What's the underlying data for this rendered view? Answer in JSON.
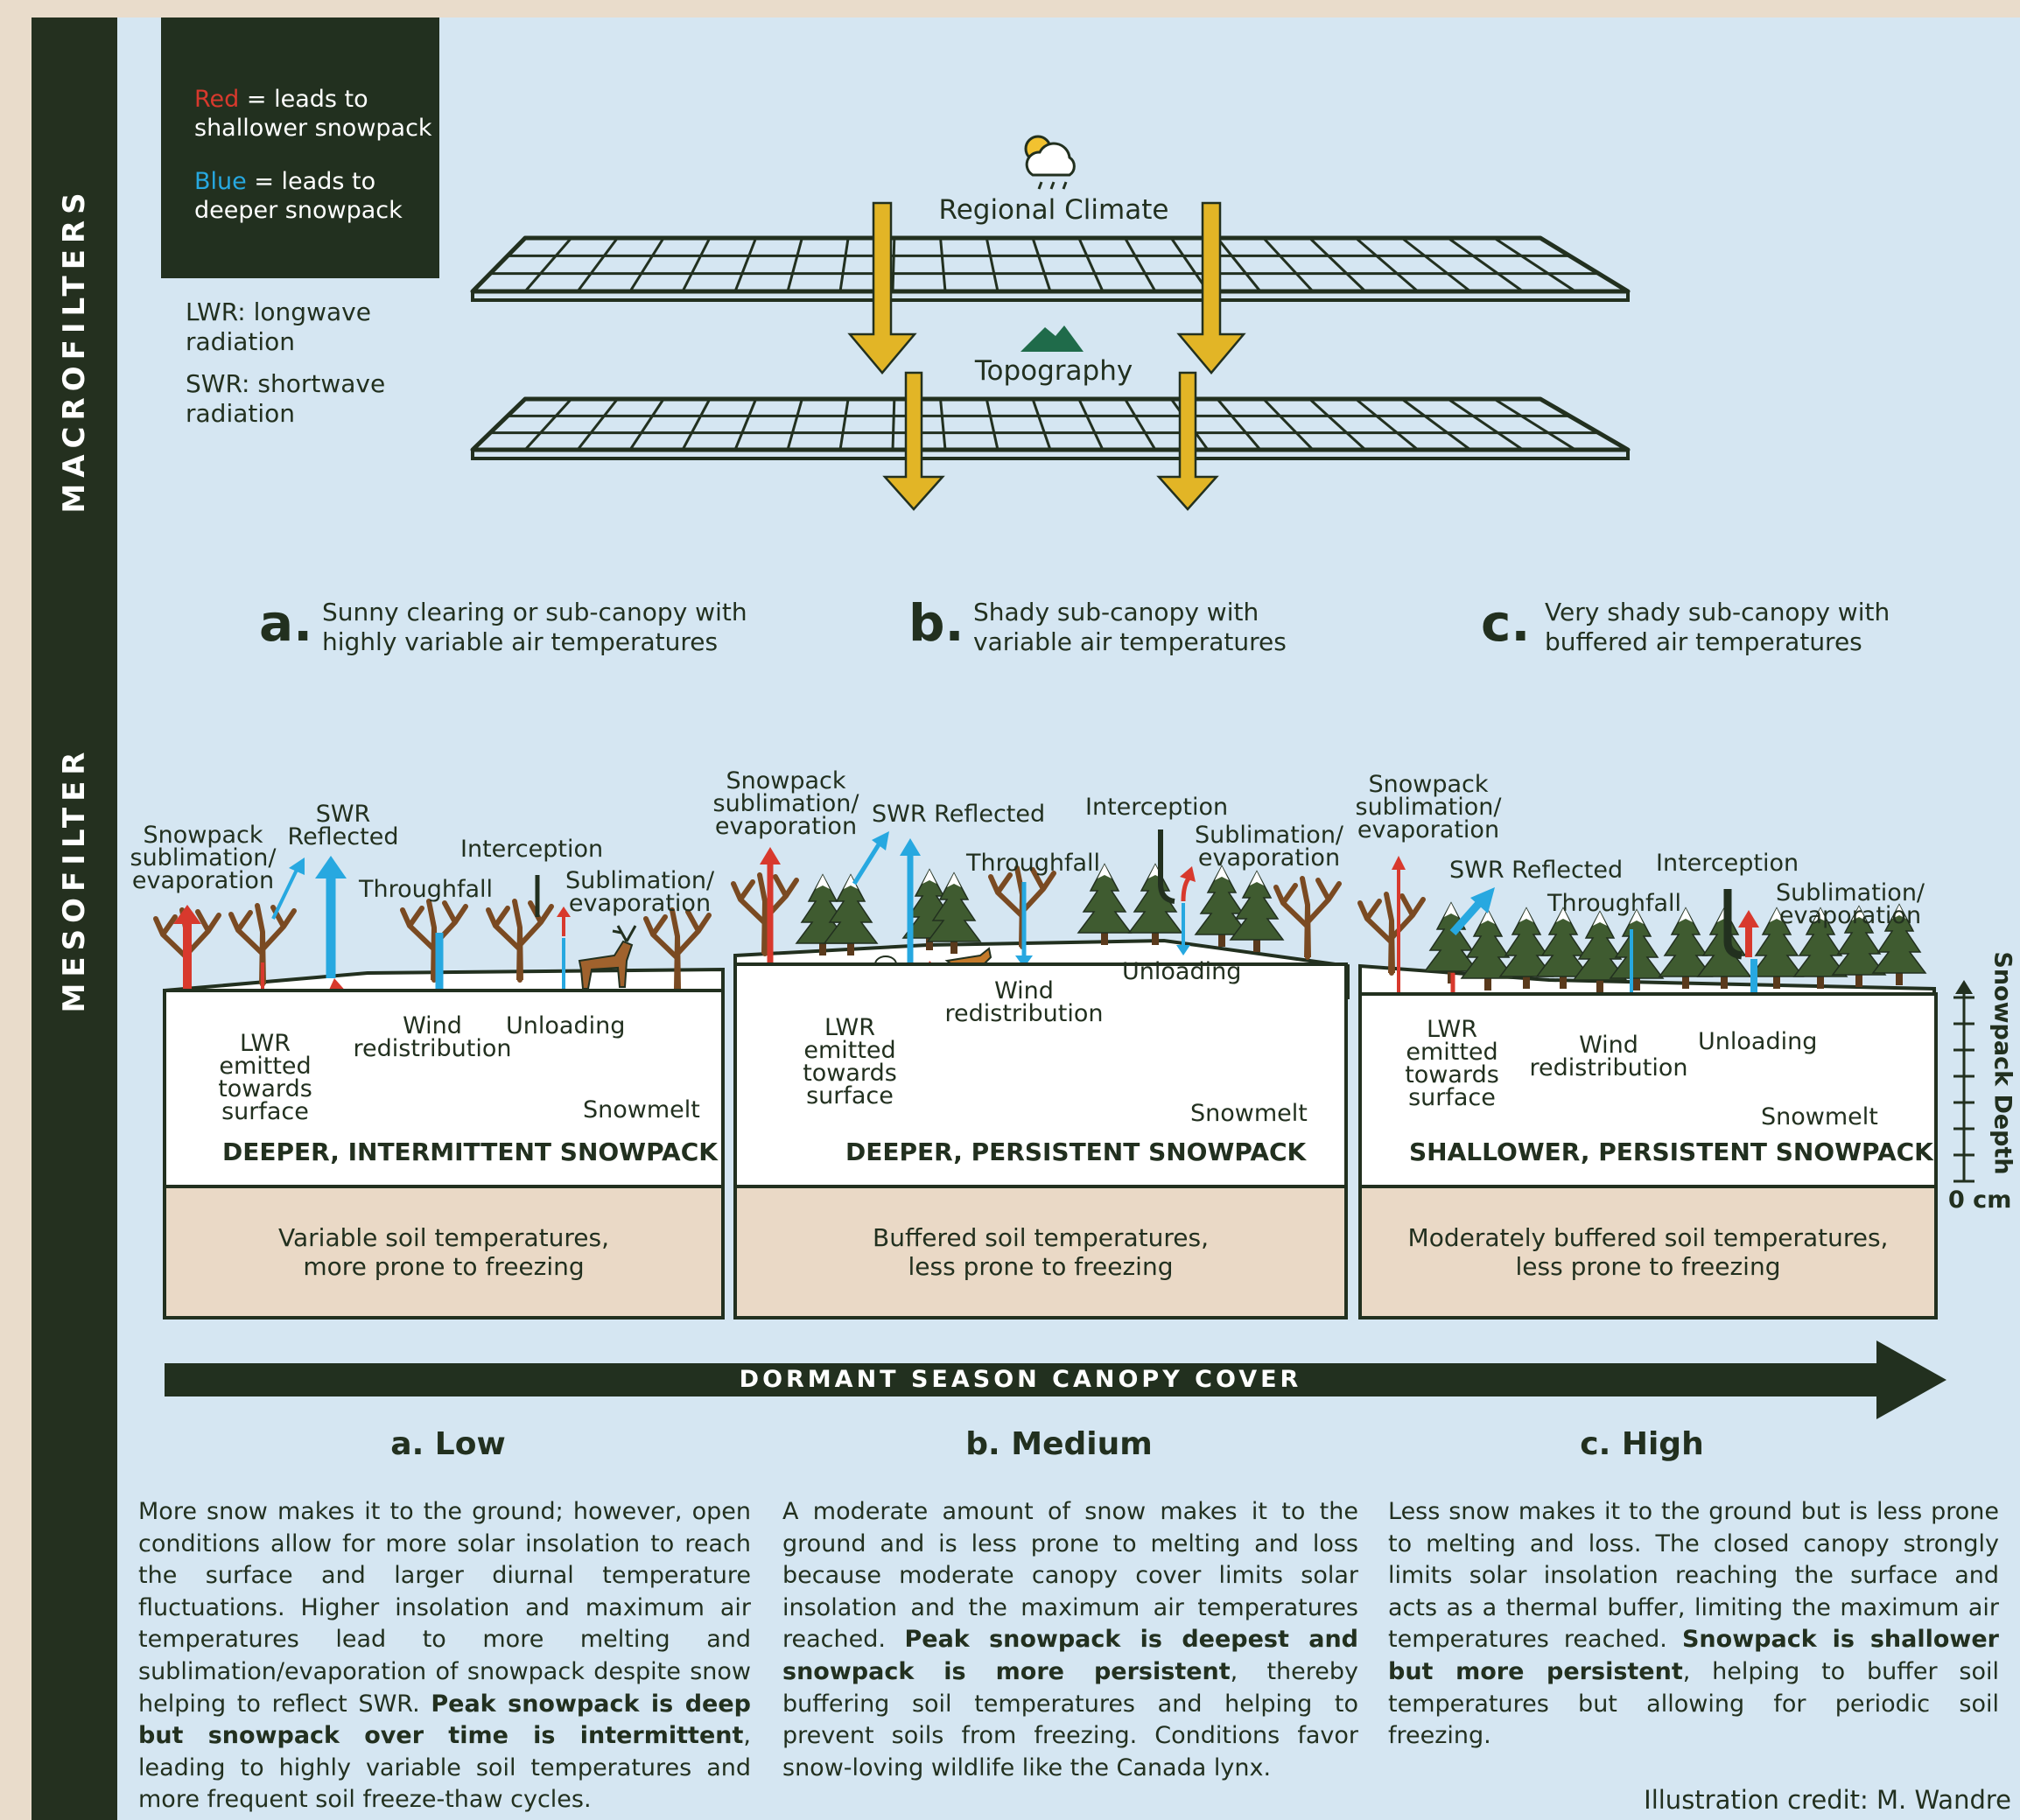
{
  "sidebar": {
    "macro_label": "MACROFILTERS",
    "meso_label": "MESOFILTER"
  },
  "legend": {
    "red_word": "Red",
    "red_rest_1": " = leads to",
    "red_rest_2": "shallower snowpack",
    "blue_word": "Blue",
    "blue_rest_1": " = leads to",
    "blue_rest_2": "deeper snowpack",
    "lwr_1": "LWR: longwave",
    "lwr_2": "radiation",
    "swr_1": "SWR: shortwave",
    "swr_2": "radiation"
  },
  "macro": {
    "regional_climate": "Regional Climate",
    "topography": "Topography",
    "weather_icon": "sun-cloud-rain-icon",
    "mountain_icon": "mountain-icon"
  },
  "scenarios": [
    {
      "letter": "a.",
      "line1": "Sunny clearing or sub-canopy with",
      "line2": "highly variable air temperatures"
    },
    {
      "letter": "b.",
      "line1": "Shady sub-canopy with",
      "line2": "variable air temperatures"
    },
    {
      "letter": "c.",
      "line1": "Very shady sub-canopy with",
      "line2": "buffered air temperatures"
    }
  ],
  "panels": {
    "a": {
      "snowpack_title": "DEEPER, INTERMITTENT SNOWPACK",
      "soil_1": "Variable soil temperatures,",
      "soil_2": "more prone to freezing",
      "sublimation_1": "Snowpack",
      "sublimation_2": "sublimation/",
      "sublimation_3": "evaporation",
      "swr_1": "SWR",
      "swr_2": "Reflected",
      "throughfall": "Throughfall",
      "interception": "Interception",
      "canopy_sub_1": "Sublimation/",
      "canopy_sub_2": "evaporation",
      "lwr_1": "LWR",
      "lwr_2": "emitted",
      "lwr_3": "towards",
      "lwr_4": "surface",
      "wind_1": "Wind",
      "wind_2": "redistribution",
      "unloading": "Unloading",
      "snowmelt": "Snowmelt"
    },
    "b": {
      "snowpack_title": "DEEPER, PERSISTENT SNOWPACK",
      "soil_1": "Buffered soil temperatures,",
      "soil_2": "less prone to freezing",
      "sublimation_1": "Snowpack",
      "sublimation_2": "sublimation/",
      "sublimation_3": "evaporation",
      "swr": "SWR Reflected",
      "throughfall": "Throughfall",
      "interception": "Interception",
      "canopy_sub_1": "Sublimation/",
      "canopy_sub_2": "evaporation",
      "lwr_1": "LWR",
      "lwr_2": "emitted",
      "lwr_3": "towards",
      "lwr_4": "surface",
      "wind_1": "Wind",
      "wind_2": "redistribution",
      "unloading": "Unloading",
      "snowmelt": "Snowmelt"
    },
    "c": {
      "snowpack_title": "SHALLOWER, PERSISTENT SNOWPACK",
      "soil_1": "Moderately buffered soil temperatures,",
      "soil_2": "less prone to freezing",
      "sublimation_1": "Snowpack",
      "sublimation_2": "sublimation/",
      "sublimation_3": "evaporation",
      "swr": "SWR Reflected",
      "throughfall": "Throughfall",
      "interception": "Interception",
      "canopy_sub_1": "Sublimation/",
      "canopy_sub_2": "evaporation",
      "lwr_1": "LWR",
      "lwr_2": "emitted",
      "lwr_3": "towards",
      "lwr_4": "surface",
      "wind_1": "Wind",
      "wind_2": "redistribution",
      "unloading": "Unloading",
      "snowmelt": "Snowmelt"
    }
  },
  "depth_scale": {
    "label": "Snowpack Depth",
    "zero": "0 cm"
  },
  "canopy_arrow": "DORMANT SEASON CANOPY COVER",
  "categories": [
    {
      "heading": "a. Low"
    },
    {
      "heading": "b. Medium"
    },
    {
      "heading": "c. High"
    }
  ],
  "descriptions": {
    "a": {
      "p1": "More snow makes it to the ground; however, open conditions allow for more solar insolation to reach the surface and larger diurnal temperature fluctuations. Higher insolation and maximum air temperatures lead to more melting and sublimation/evaporation of snowpack despite snow helping to reflect SWR. ",
      "bold": "Peak snowpack is deep but snowpack over time is intermittent",
      "p2": ", leading to highly variable soil temperatures and more frequent soil freeze-thaw cycles."
    },
    "b": {
      "p1": "A moderate amount of snow makes it to the ground and is less prone to melting and loss because moderate canopy cover limits solar insolation and the maximum air temperatures reached. ",
      "bold": "Peak snowpack is deepest and snowpack is more persistent",
      "p2": ", thereby buffering soil temperatures and helping to prevent soils from freezing. Conditions favor snow-loving wildlife like the Canada lynx."
    },
    "c": {
      "p1": "Less snow makes it to the ground but is less prone to melting and loss. The closed canopy strongly limits solar insolation reaching the surface and acts as a thermal buffer, limiting the maximum air temperatures reached. ",
      "bold": "Snowpack is shallower but more persistent",
      "p2": ", helping to buffer soil temperatures but allowing for periodic soil freezing."
    }
  },
  "credit": "Illustration credit: M. Wandre",
  "colors": {
    "red": "#d8392d",
    "blue": "#27a8e0",
    "gold": "#e2b526",
    "dark": "#22301f",
    "sky": "#d5e6f2",
    "soil": "#ead9c6",
    "tree_green": "#3f5b30",
    "tree_brown": "#7a4a22"
  }
}
